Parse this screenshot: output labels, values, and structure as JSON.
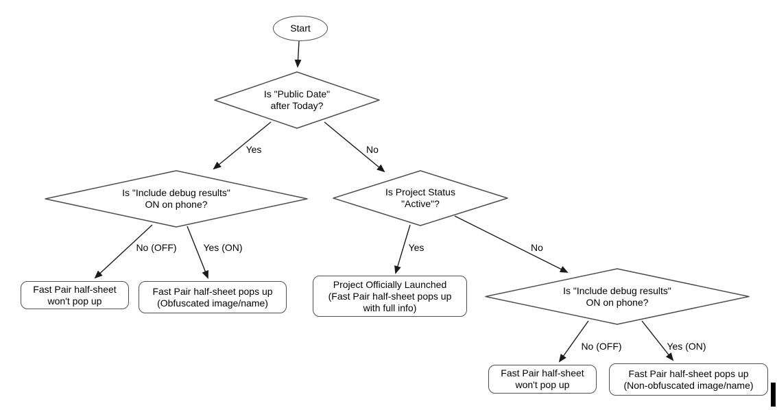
{
  "flowchart": {
    "description": "Fast Pair half-sheet decision flowchart",
    "colors": {
      "background": "#ffffff",
      "shape_outline": "#4d4d4d",
      "connector": "#1a1a1a",
      "text": "#000000"
    },
    "nodes": [
      {
        "id": "start",
        "type": "terminator",
        "label": "Start"
      },
      {
        "id": "decision-public-date",
        "type": "decision",
        "label": "Is \"Public Date\"\nafter Today?"
      },
      {
        "id": "decision-debug-left",
        "type": "decision",
        "label": "Is \"Include debug results\"\nON on phone?"
      },
      {
        "id": "decision-project-status",
        "type": "decision",
        "label": "Is Project Status\n\"Active\"?"
      },
      {
        "id": "decision-debug-right",
        "type": "decision",
        "label": "Is \"Include debug results\"\nON on phone?"
      },
      {
        "id": "result-wont-popup-left",
        "type": "process",
        "label": "Fast Pair half-sheet\nwon't pop up"
      },
      {
        "id": "result-obfuscated",
        "type": "process",
        "label": "Fast Pair half-sheet pops up\n(Obfuscated image/name)"
      },
      {
        "id": "result-launched",
        "type": "process",
        "label": "Project Officially Launched\n(Fast Pair half-sheet pops up\nwith full info)"
      },
      {
        "id": "result-wont-popup-right",
        "type": "process",
        "label": "Fast Pair half-sheet\nwon't pop up"
      },
      {
        "id": "result-non-obfuscated",
        "type": "process",
        "label": "Fast Pair half-sheet pops up\n(Non-obfuscated image/name)"
      }
    ],
    "edges": [
      {
        "from": "start",
        "to": "decision-public-date",
        "label": ""
      },
      {
        "from": "decision-public-date",
        "to": "decision-debug-left",
        "label": "Yes"
      },
      {
        "from": "decision-public-date",
        "to": "decision-project-status",
        "label": "No"
      },
      {
        "from": "decision-debug-left",
        "to": "result-wont-popup-left",
        "label": "No (OFF)"
      },
      {
        "from": "decision-debug-left",
        "to": "result-obfuscated",
        "label": "Yes (ON)"
      },
      {
        "from": "decision-project-status",
        "to": "result-launched",
        "label": "Yes"
      },
      {
        "from": "decision-project-status",
        "to": "decision-debug-right",
        "label": "No"
      },
      {
        "from": "decision-debug-right",
        "to": "result-wont-popup-right",
        "label": "No (OFF)"
      },
      {
        "from": "decision-debug-right",
        "to": "result-non-obfuscated",
        "label": "Yes (ON)"
      }
    ]
  }
}
